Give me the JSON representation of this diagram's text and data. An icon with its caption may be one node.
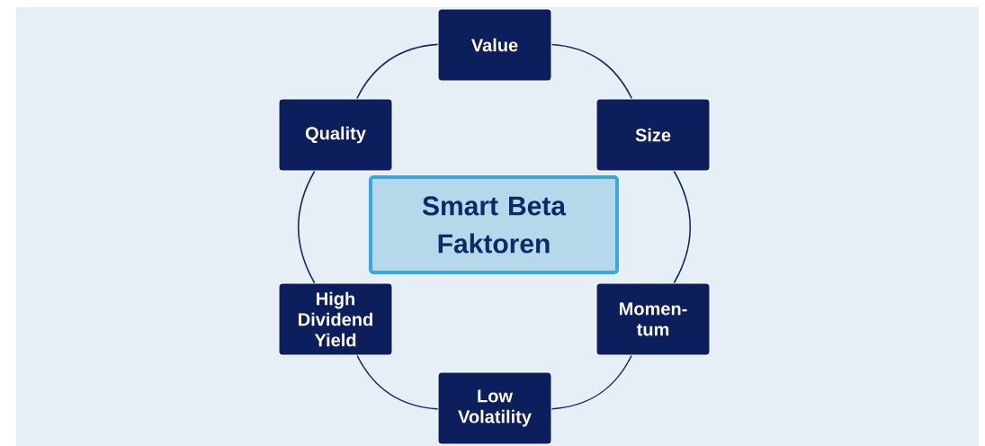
{
  "diagram": {
    "nodes": [
      {
        "text": [
          "Value"
        ]
      },
      {
        "text": [
          "Quality"
        ]
      },
      {
        "text": [
          "Size"
        ]
      },
      {
        "text": [
          "Smart Beta Faktoren"
        ]
      },
      {
        "text": [
          "High Dividend Yield"
        ]
      },
      {
        "text": [
          "Momen- tum"
        ]
      },
      {
        "text": [
          "Low Volatility"
        ]
      }
    ],
    "edges": [
      {
        "from": 0,
        "to": 2,
        "arrow": "none"
      },
      {
        "from": 2,
        "to": 5,
        "arrow": "none"
      },
      {
        "from": 5,
        "to": 6,
        "arrow": "none"
      },
      {
        "from": 6,
        "to": 4,
        "arrow": "none"
      },
      {
        "from": 4,
        "to": 1,
        "arrow": "none"
      },
      {
        "from": 1,
        "to": 0,
        "arrow": "none"
      }
    ]
  }
}
